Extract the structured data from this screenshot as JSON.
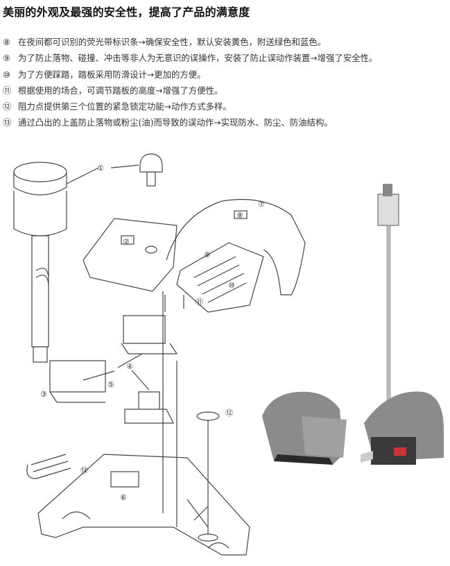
{
  "title": "美丽的外观及最强的安全性，提高了产品的满意度",
  "features": [
    {
      "num": "⑧",
      "text": "在夜间都可识别的荧光带标识条→确保安全性，默认安装黄色，附送绿色和蓝色。"
    },
    {
      "num": "⑨",
      "text": "为了防止落物、碰撞、冲击等非人为无意识的误操作，安装了防止误动作装置→增强了安全性。"
    },
    {
      "num": "⑩",
      "text": "为了方便踩踏，踏板采用防滑设计→更加的方便。"
    },
    {
      "num": "⑪",
      "text": "根据使用的场合，可调节踏板的高度→增强了方便性。"
    },
    {
      "num": "⑫",
      "text": "阻力点提供第三个位置的紧急锁定功能→动作方式多样。"
    },
    {
      "num": "⑬",
      "text": "通过凸出的上盖防止落物或粉尘(油)而导致的误动作→实现防水、防尘、防油结构。"
    }
  ],
  "diagram": {
    "labels": [
      "①",
      "②",
      "③",
      "④",
      "⑤",
      "⑥",
      "⑦",
      "⑧",
      "⑨",
      "⑩",
      "⑪",
      "⑫",
      "⑬"
    ]
  },
  "colors": {
    "line": "#444444",
    "photo_gray": "#8a8c8b",
    "photo_dark": "#2a2a2a"
  }
}
